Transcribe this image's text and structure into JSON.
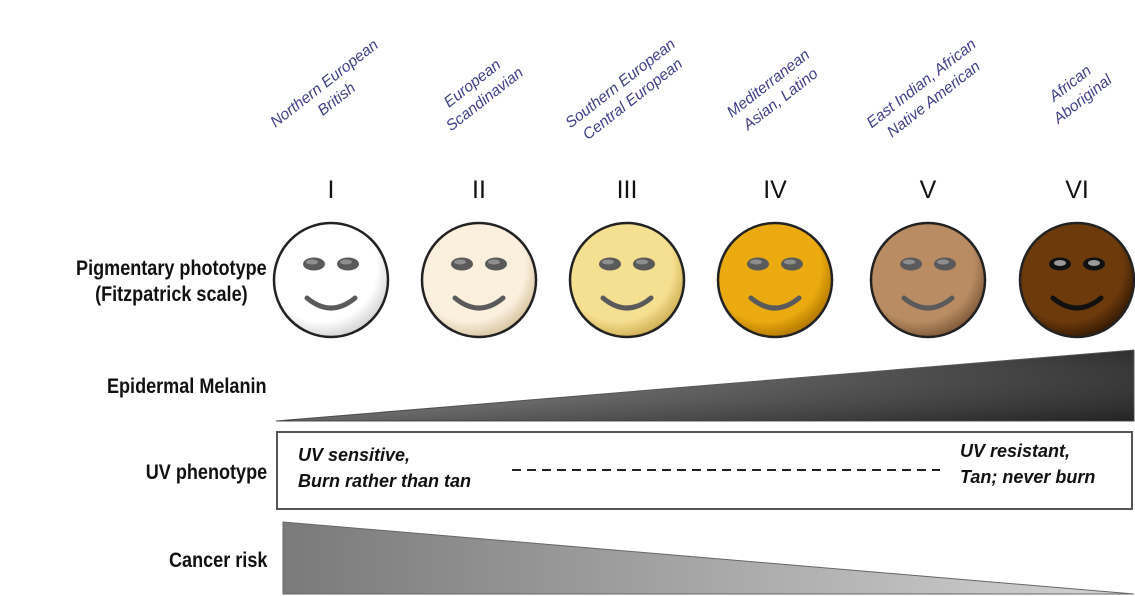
{
  "row_labels": {
    "phototype_line1": "Pigmentary phototype",
    "phototype_line2": "(Fitzpatrick scale)",
    "melanin": "Epidermal Melanin",
    "uv_phenotype": "UV phenotype",
    "cancer_risk": "Cancer risk"
  },
  "phototypes": [
    {
      "numeral": "I",
      "ethnicity": [
        "Northern European",
        "British"
      ],
      "skin_color": "#ffffff",
      "skin_edge": "#d8d8d8"
    },
    {
      "numeral": "II",
      "ethnicity": [
        "European",
        "Scandinavian"
      ],
      "skin_color": "#fbf0de",
      "skin_edge": "#dcc9a8"
    },
    {
      "numeral": "III",
      "ethnicity": [
        "Southern European",
        "Central European"
      ],
      "skin_color": "#f5df90",
      "skin_edge": "#d3b45a"
    },
    {
      "numeral": "IV",
      "ethnicity": [
        "Mediterranean",
        "Asian, Latino"
      ],
      "skin_color": "#eaaa10",
      "skin_edge": "#b77d00"
    },
    {
      "numeral": "V",
      "ethnicity": [
        "East Indian, African",
        "Native American"
      ],
      "skin_color": "#b98c63",
      "skin_edge": "#86603f"
    },
    {
      "numeral": "VI",
      "ethnicity": [
        "African",
        "Aboriginal"
      ],
      "skin_color": "#6d3a0c",
      "skin_edge": "#3c1e04"
    }
  ],
  "uv_phenotype": {
    "left_line1": "UV sensitive,",
    "left_line2": "Burn rather than tan",
    "right_line1": "UV resistant,",
    "right_line2": "Tan; never burn"
  },
  "colors": {
    "ethnicity_text": "#3e3f8a",
    "melanin_dark": "#2e2e2e",
    "melanin_light": "#8a8a8a",
    "cancer_dark": "#7a7a7a",
    "cancer_light": "#d4d4d4"
  }
}
